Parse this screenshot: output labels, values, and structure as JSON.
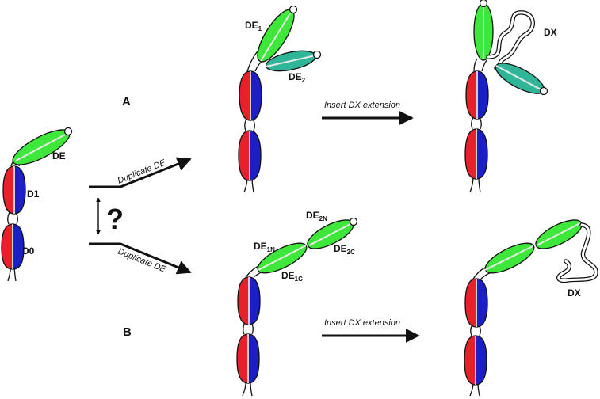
{
  "labels": {
    "de": "DE",
    "d1": "D1",
    "d0": "D0",
    "path_a": "A",
    "path_b": "B",
    "question": "?",
    "duplicate_top": "Duplicate DE",
    "duplicate_bottom": "Duplicate DE",
    "insert_top": "Insert DX extension",
    "insert_bottom": "Insert DX extension",
    "de1_main": "DE",
    "de1_sub": "1",
    "de2_main": "DE",
    "de2_sub": "2",
    "dx_top": "DX",
    "de1n_main": "DE",
    "de1n_sub": "1N",
    "de2n_main": "DE",
    "de2n_sub": "2N",
    "de1c_main": "DE",
    "de1c_sub": "1C",
    "de2c_main": "DE",
    "de2c_sub": "2C",
    "dx_bottom": "DX"
  },
  "colors": {
    "d_red": "#e8202a",
    "d_blue": "#1b1fc4",
    "de_green": "#3ee83a",
    "de_teal": "#2fb598",
    "outline": "#111111"
  }
}
